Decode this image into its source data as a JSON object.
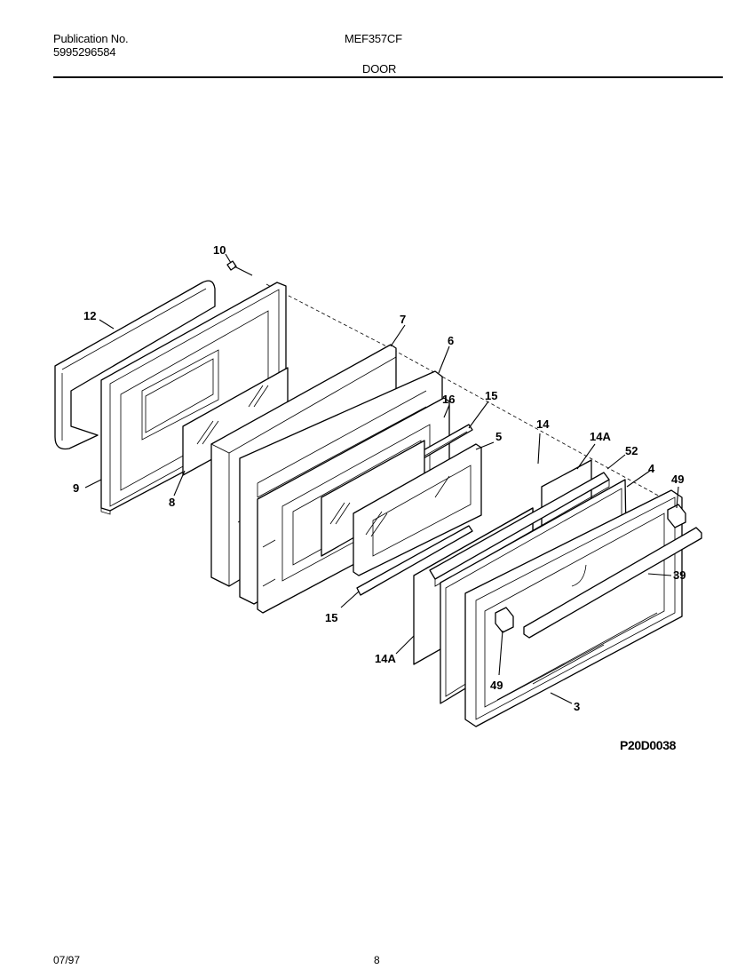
{
  "header": {
    "publication_label": "Publication No.",
    "publication_number": "5995296584",
    "model": "MEF357CF",
    "section_title": "DOOR"
  },
  "diagram": {
    "reference_code": "P20D0038",
    "callouts": {
      "c10": "10",
      "c12": "12",
      "c7": "7",
      "c6": "6",
      "c16": "16",
      "c15_top": "15",
      "c5": "5",
      "c14": "14",
      "c14A_top": "14A",
      "c52": "52",
      "c4": "4",
      "c49_right": "49",
      "c39": "39",
      "c9": "9",
      "c8": "8",
      "c15_bottom": "15",
      "c14A_bottom": "14A",
      "c49_bottom": "49",
      "c3": "3"
    }
  },
  "footer": {
    "date": "07/97",
    "page": "8"
  }
}
